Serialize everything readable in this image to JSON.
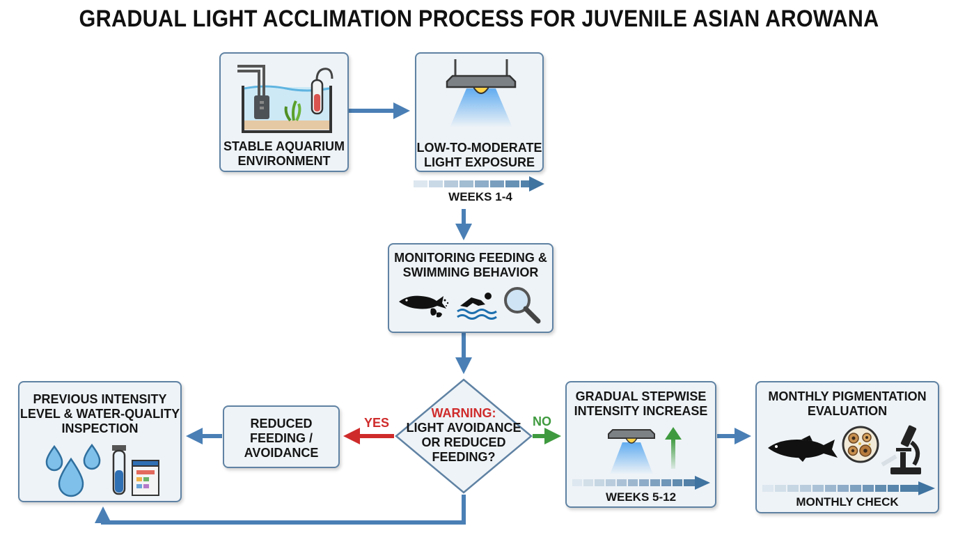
{
  "title": "GRADUAL LIGHT ACCLIMATION PROCESS FOR JUVENILE ASIAN AROWANA",
  "nodes": {
    "stable": {
      "line1": "STABLE AQUARIUM",
      "line2": "ENVIRONMENT"
    },
    "low": {
      "line1": "LOW-TO-MODERATE",
      "line2": "LIGHT EXPOSURE",
      "timeline": "WEEKS 1-4"
    },
    "monitor": {
      "line1": "MONITORING FEEDING &",
      "line2": "SWIMMING BEHAVIOR"
    },
    "decision": {
      "warning": "WARNING:",
      "line1": "LIGHT AVOIDANCE",
      "line2": "OR REDUCED",
      "line3": "FEEDING?"
    },
    "reduced": {
      "line1": "REDUCED",
      "line2": "FEEDING /",
      "line3": "AVOIDANCE"
    },
    "previous": {
      "line1": "PREVIOUS INTENSITY",
      "line2": "LEVEL & WATER-QUALITY",
      "line3": "INSPECTION"
    },
    "stepwise": {
      "line1": "GRADUAL STEPWISE",
      "line2": "INTENSITY INCREASE",
      "timeline": "WEEKS 5-12"
    },
    "monthly": {
      "line1": "MONTHLY PIGMENTATION",
      "line2": "EVALUATION",
      "timeline": "MONTHLY CHECK"
    }
  },
  "edges": {
    "yes": "YES",
    "no": "NO"
  },
  "icons": {
    "stable": "aquarium-icon",
    "low": "lamp-icon",
    "monitor": [
      "fish-feeding-icon",
      "swimmer-icon",
      "magnifier-icon"
    ],
    "previous": [
      "water-drops-icon",
      "test-tube-icon",
      "test-kit-icon"
    ],
    "stepwise": [
      "lamp-icon",
      "up-arrow-icon"
    ],
    "monthly": [
      "arowana-icon",
      "pigment-cells-icon",
      "microscope-icon"
    ]
  },
  "colors": {
    "node_border": "#5f82a3",
    "node_fill": "#eef3f7",
    "flow_arrow": "#4a7fb5",
    "yes": "#cf2b2b",
    "no": "#3f9a3f",
    "light": "#5aa8f0"
  }
}
